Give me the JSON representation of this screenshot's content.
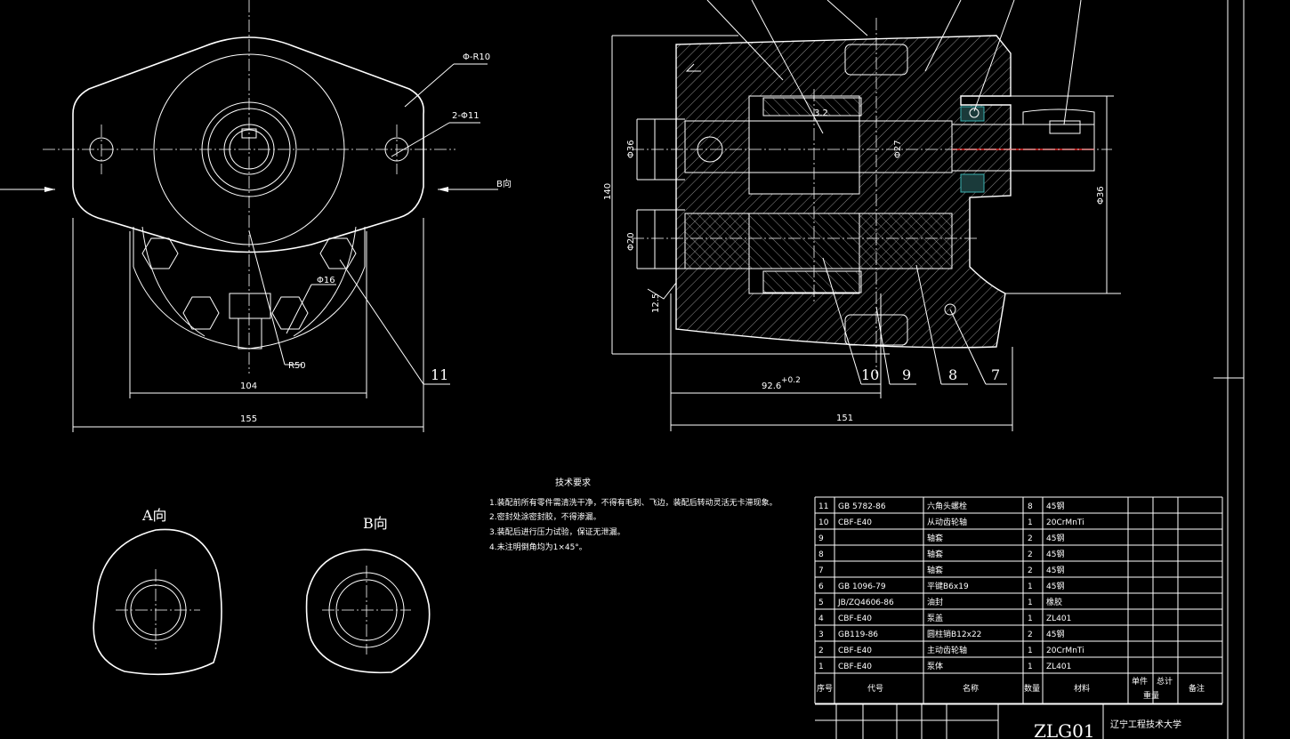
{
  "drawing": {
    "front_view": {
      "dim_total_width": "155",
      "dim_bolt_spacing": "104",
      "callout_radius_top": "Φ-R10",
      "callout_holes": "2-Φ11",
      "callout_port": "Φ16",
      "callout_radius_bottom": "R50",
      "view_arrow_b": "B向",
      "balloon_11": "11"
    },
    "section_view": {
      "dim_height": "140",
      "dim_length": "151",
      "dim_offset": "92.6",
      "dim_offset_tol": "+0.2",
      "rough_a": "12.5",
      "rough_b": "3.2",
      "dim_d1": "Φ36",
      "dim_d2": "Φ27",
      "dim_d3": "Φ20",
      "dim_d4": "Φ36",
      "balloons": [
        "10",
        "9",
        "8",
        "7"
      ]
    },
    "aux_views": {
      "label_a": "A向",
      "label_b": "B向"
    },
    "tech_req": {
      "title": "技术要求",
      "lines": [
        "1.装配前所有零件需清洗干净，不得有毛刺、飞边，装配后转动灵活无卡滞现象。",
        "2.密封处涂密封胶，不得渗漏。",
        "3.装配后进行压力试验，保证无泄漏。",
        "4.未注明倒角均为1×45°。"
      ]
    },
    "bom": {
      "rows": [
        {
          "no": "11",
          "code": "GB 5782-86",
          "name": "六角头螺栓",
          "qty": "8",
          "mat": "45钢"
        },
        {
          "no": "10",
          "code": "CBF-E40",
          "name": "从动齿轮轴",
          "qty": "1",
          "mat": "20CrMnTi"
        },
        {
          "no": "9",
          "code": "",
          "name": "轴套",
          "qty": "2",
          "mat": "45钢"
        },
        {
          "no": "8",
          "code": "",
          "name": "轴套",
          "qty": "2",
          "mat": "45钢"
        },
        {
          "no": "7",
          "code": "",
          "name": "轴套",
          "qty": "2",
          "mat": "45钢"
        },
        {
          "no": "6",
          "code": "GB 1096-79",
          "name": "平键B6x19",
          "qty": "1",
          "mat": "45钢"
        },
        {
          "no": "5",
          "code": "JB/ZQ4606-86",
          "name": "油封",
          "qty": "1",
          "mat": "橡胶"
        },
        {
          "no": "4",
          "code": "CBF-E40",
          "name": "泵盖",
          "qty": "1",
          "mat": "ZL401"
        },
        {
          "no": "3",
          "code": "GB119-86",
          "name": "圆柱销B12x22",
          "qty": "2",
          "mat": "45钢"
        },
        {
          "no": "2",
          "code": "CBF-E40",
          "name": "主动齿轮轴",
          "qty": "1",
          "mat": "20CrMnTi"
        },
        {
          "no": "1",
          "code": "CBF-E40",
          "name": "泵体",
          "qty": "1",
          "mat": "ZL401"
        }
      ],
      "header": {
        "no": "序号",
        "code": "代号",
        "name": "名称",
        "qty": "数量",
        "mat": "材料",
        "weight1": "单件",
        "weight2": "总计",
        "weight3": "重量",
        "note": "备注"
      }
    },
    "title_block": {
      "drawing_no": "ZLG01",
      "school": "辽宁工程技术大学"
    }
  }
}
